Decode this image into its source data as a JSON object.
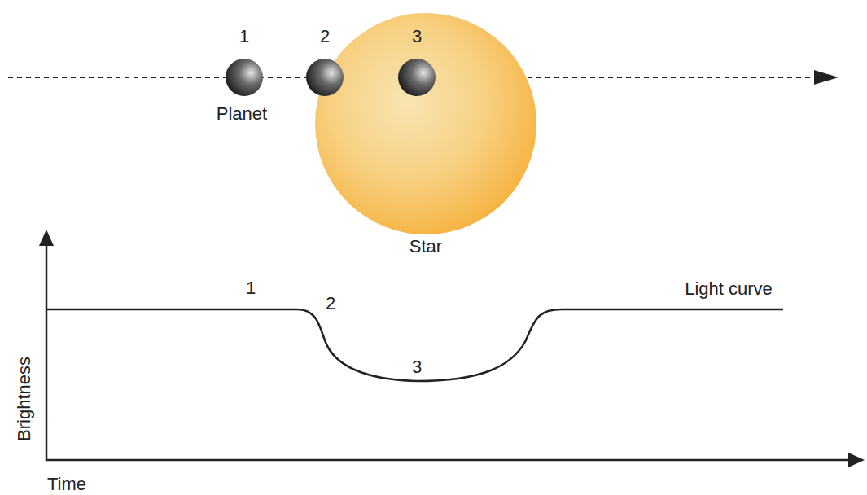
{
  "diagram": {
    "nodes": [
      {
        "text": [
          "Star"
        ]
      }
    ],
    "labels": [
      "1",
      "2",
      "3",
      "Planet",
      "Brightness",
      "Time",
      "1",
      "2",
      "3",
      "Light curve"
    ]
  }
}
